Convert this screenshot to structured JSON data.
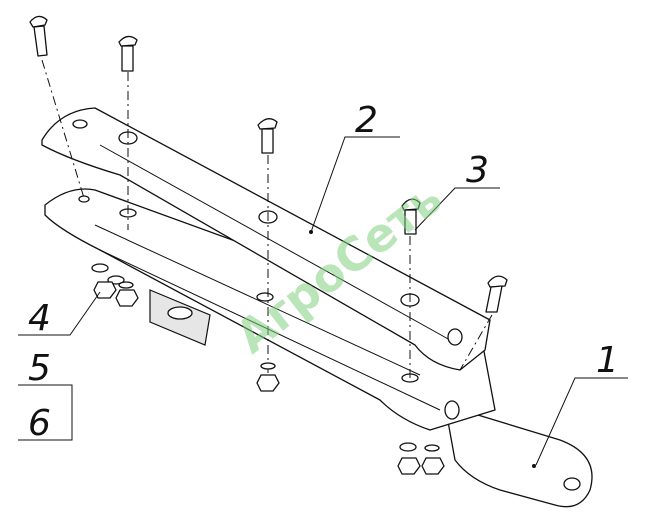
{
  "watermark": "АгроСеть",
  "callouts": [
    {
      "id": "1",
      "label": "1"
    },
    {
      "id": "2",
      "label": "2"
    },
    {
      "id": "3",
      "label": "3"
    },
    {
      "id": "4",
      "label": "4"
    },
    {
      "id": "5",
      "label": "5"
    },
    {
      "id": "6",
      "label": "6"
    }
  ],
  "colors": {
    "line": "#111111",
    "watermark": "#7fd07f",
    "background": "#ffffff"
  }
}
